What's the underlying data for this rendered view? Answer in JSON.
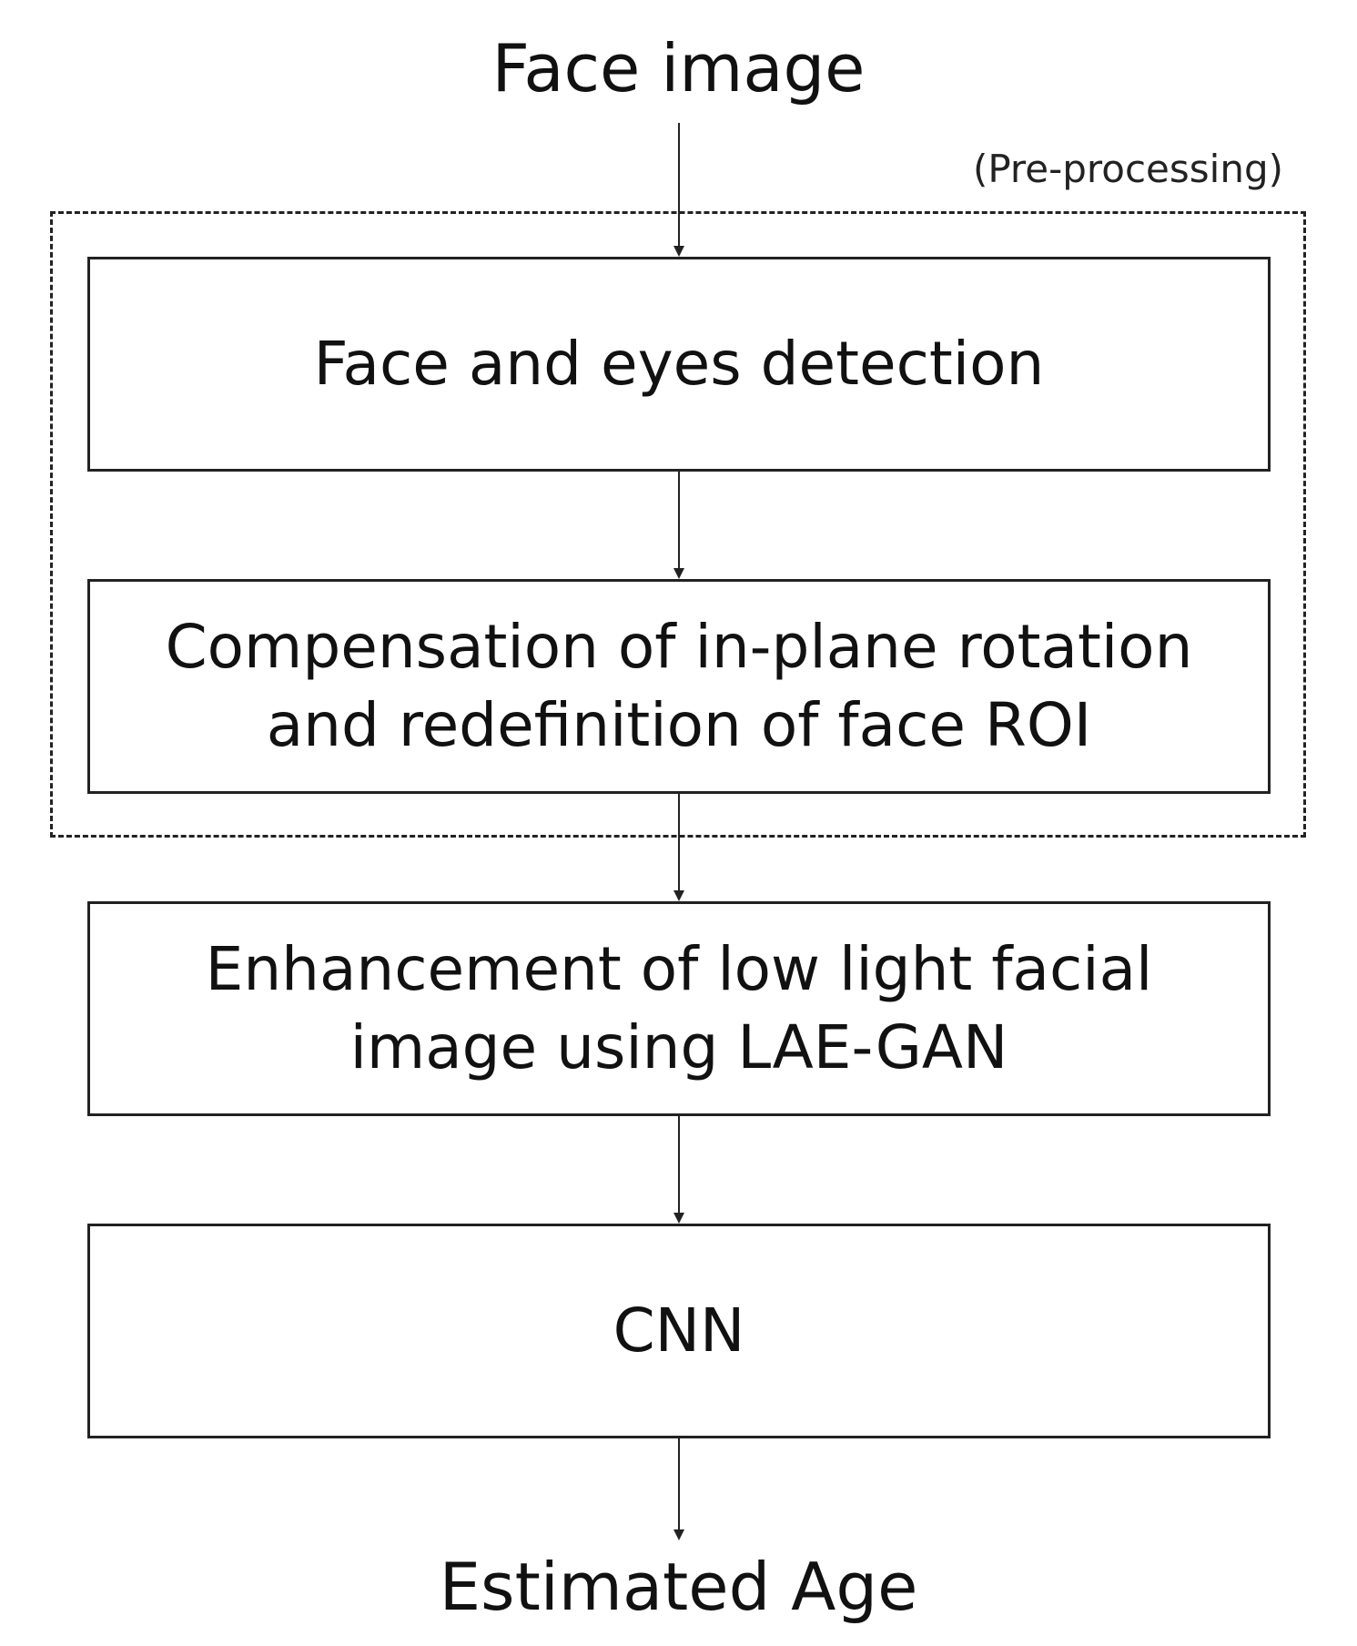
{
  "diagram": {
    "input": "Face image",
    "output": "Estimated Age",
    "group": {
      "caption": "(Pre-processing)"
    },
    "steps": [
      {
        "label": "Face and eyes detection"
      },
      {
        "label": "Compensation of in-plane rotation\nand redefinition of face ROI"
      },
      {
        "label": "Enhancement of low light facial\nimage using LAE-GAN"
      },
      {
        "label": "CNN"
      }
    ],
    "colors": {
      "line": "#222222",
      "background": "#ffffff"
    }
  }
}
